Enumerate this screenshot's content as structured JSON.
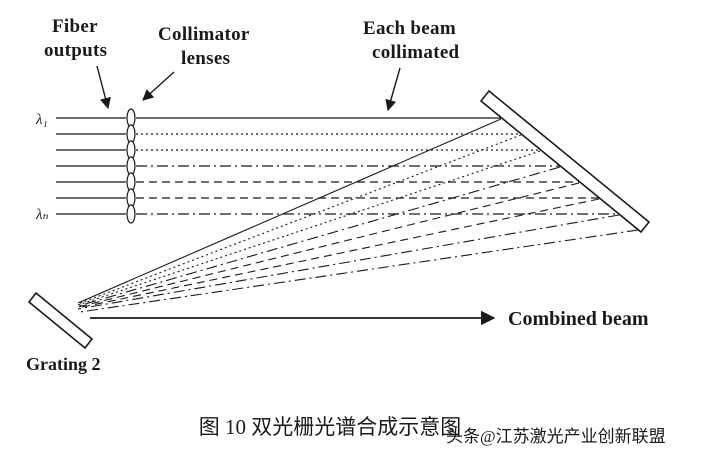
{
  "diagram": {
    "labels": {
      "fiber_line1": "Fiber",
      "fiber_line2": "outputs",
      "collimator_line1": "Collimator",
      "collimator_line2": "lenses",
      "beam_line1": "Each beam",
      "beam_line2": "collimated",
      "lambda_first": "λ₁",
      "lambda_last": "λₙ",
      "grating2": "Grating 2",
      "combined_beam": "Combined beam"
    },
    "elements": {
      "fiber_count": 7,
      "beam_styles": [
        "solid",
        "dotted",
        "dotted",
        "dash-dot",
        "dashed",
        "dashed",
        "dash-dot"
      ]
    },
    "colors": {
      "line": "#1a1a1a",
      "watermark": "#8e8e8e"
    }
  },
  "caption": "图 10  双光栅光谱合成示意图",
  "watermark": "头条@江苏激光产业创新联盟"
}
